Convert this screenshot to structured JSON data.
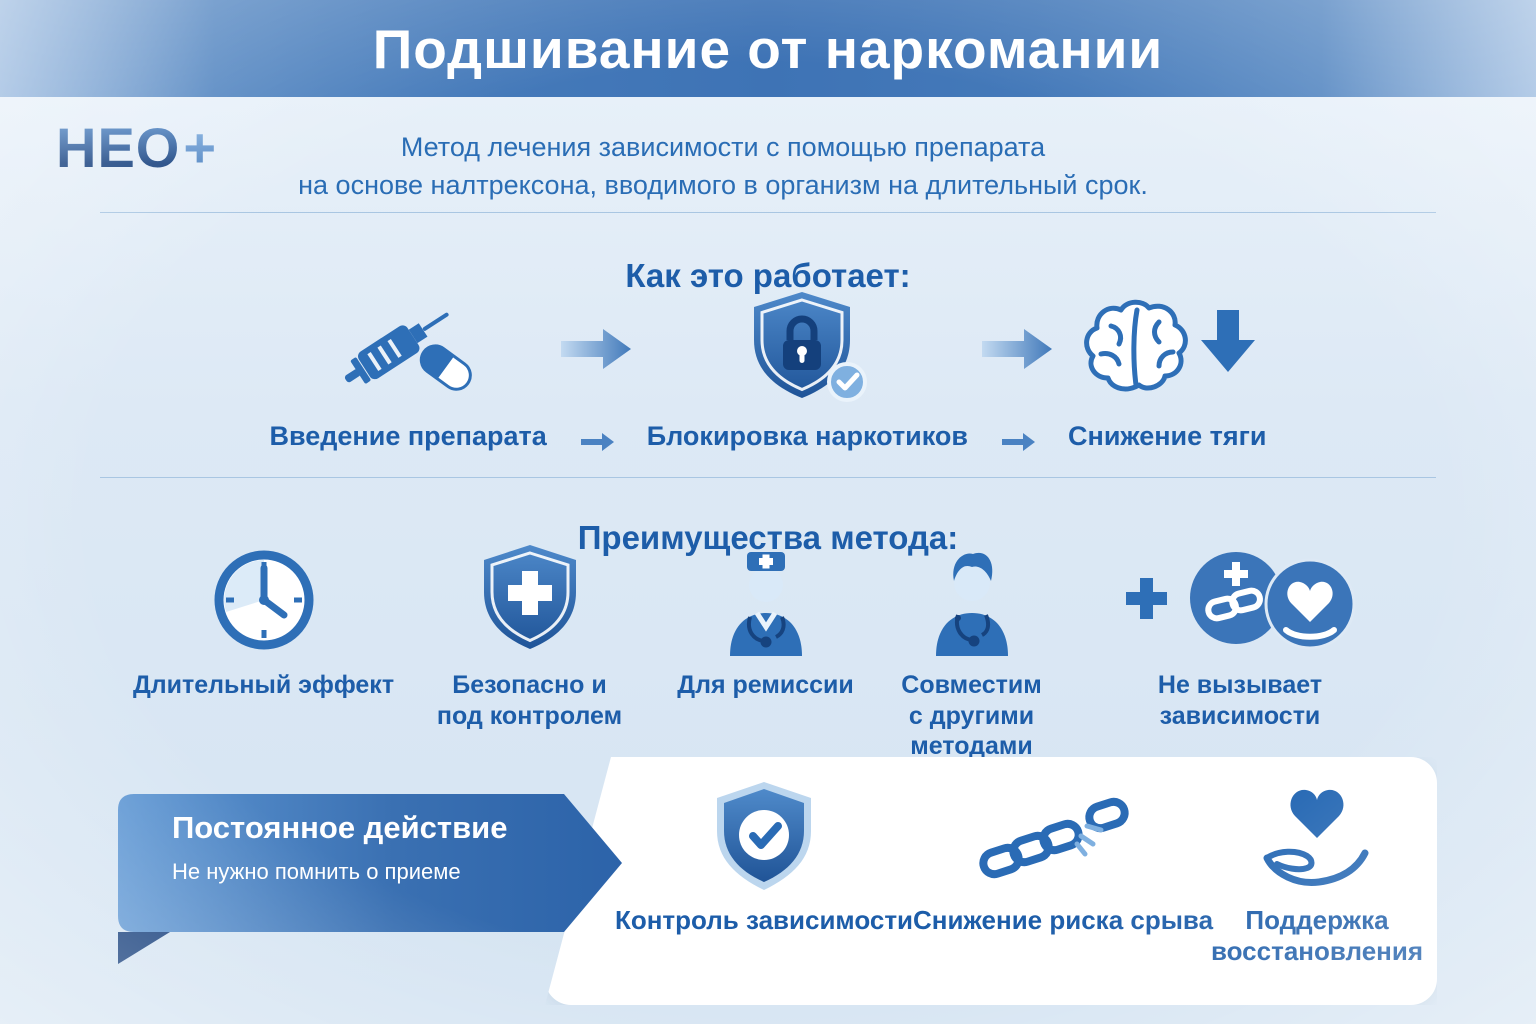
{
  "page": {
    "title": "Подшивание от наркомании"
  },
  "brand": {
    "logo_text": "НЕО",
    "logo_plus": "+"
  },
  "intro": {
    "line1": "Метод лечения зависимости с помощью препарата",
    "line2": "на основе налтрексона, вводимого в организм на длительный срок."
  },
  "how_it_works": {
    "title": "Как это работает:",
    "steps": [
      {
        "label": "Введение препарата",
        "icon": "syringe-pill-icon"
      },
      {
        "label": "Блокировка наркотиков",
        "icon": "shield-lock-icon"
      },
      {
        "label": "Снижение тяги",
        "icon": "brain-decrease-icon"
      }
    ]
  },
  "advantages": {
    "title": "Преимущества метода:",
    "items": [
      {
        "label": "Длительный эффект",
        "icon": "clock-icon"
      },
      {
        "label": "Безопасно и под контролем",
        "icon": "shield-cross-icon"
      },
      {
        "label": "Для ремиссии",
        "icon": "doctor-icon"
      },
      {
        "label": "Совместим с другими методами",
        "icon": "medic-icon"
      },
      {
        "label": "Не вызывает зависимости",
        "icon": "no-addiction-icon"
      }
    ]
  },
  "highlight": {
    "title": "Постоянное действие",
    "subtitle": "Не нужно помнить о приеме"
  },
  "benefits_panel": {
    "items": [
      {
        "label": "Контроль зависимости",
        "icon": "shield-check-icon"
      },
      {
        "label": "Снижение риска срыва",
        "icon": "broken-chain-icon"
      },
      {
        "label": "Поддержка восстановления",
        "icon": "hand-heart-icon"
      }
    ]
  },
  "colors": {
    "header_blue": "#3e73b5",
    "accent_blue": "#2a6db5",
    "label_blue": "#1d5da9",
    "icon_blue": "#2e6fb7",
    "dark_blue": "#163f7c",
    "light_background": "#dde9f5",
    "panel_white": "#ffffff"
  }
}
